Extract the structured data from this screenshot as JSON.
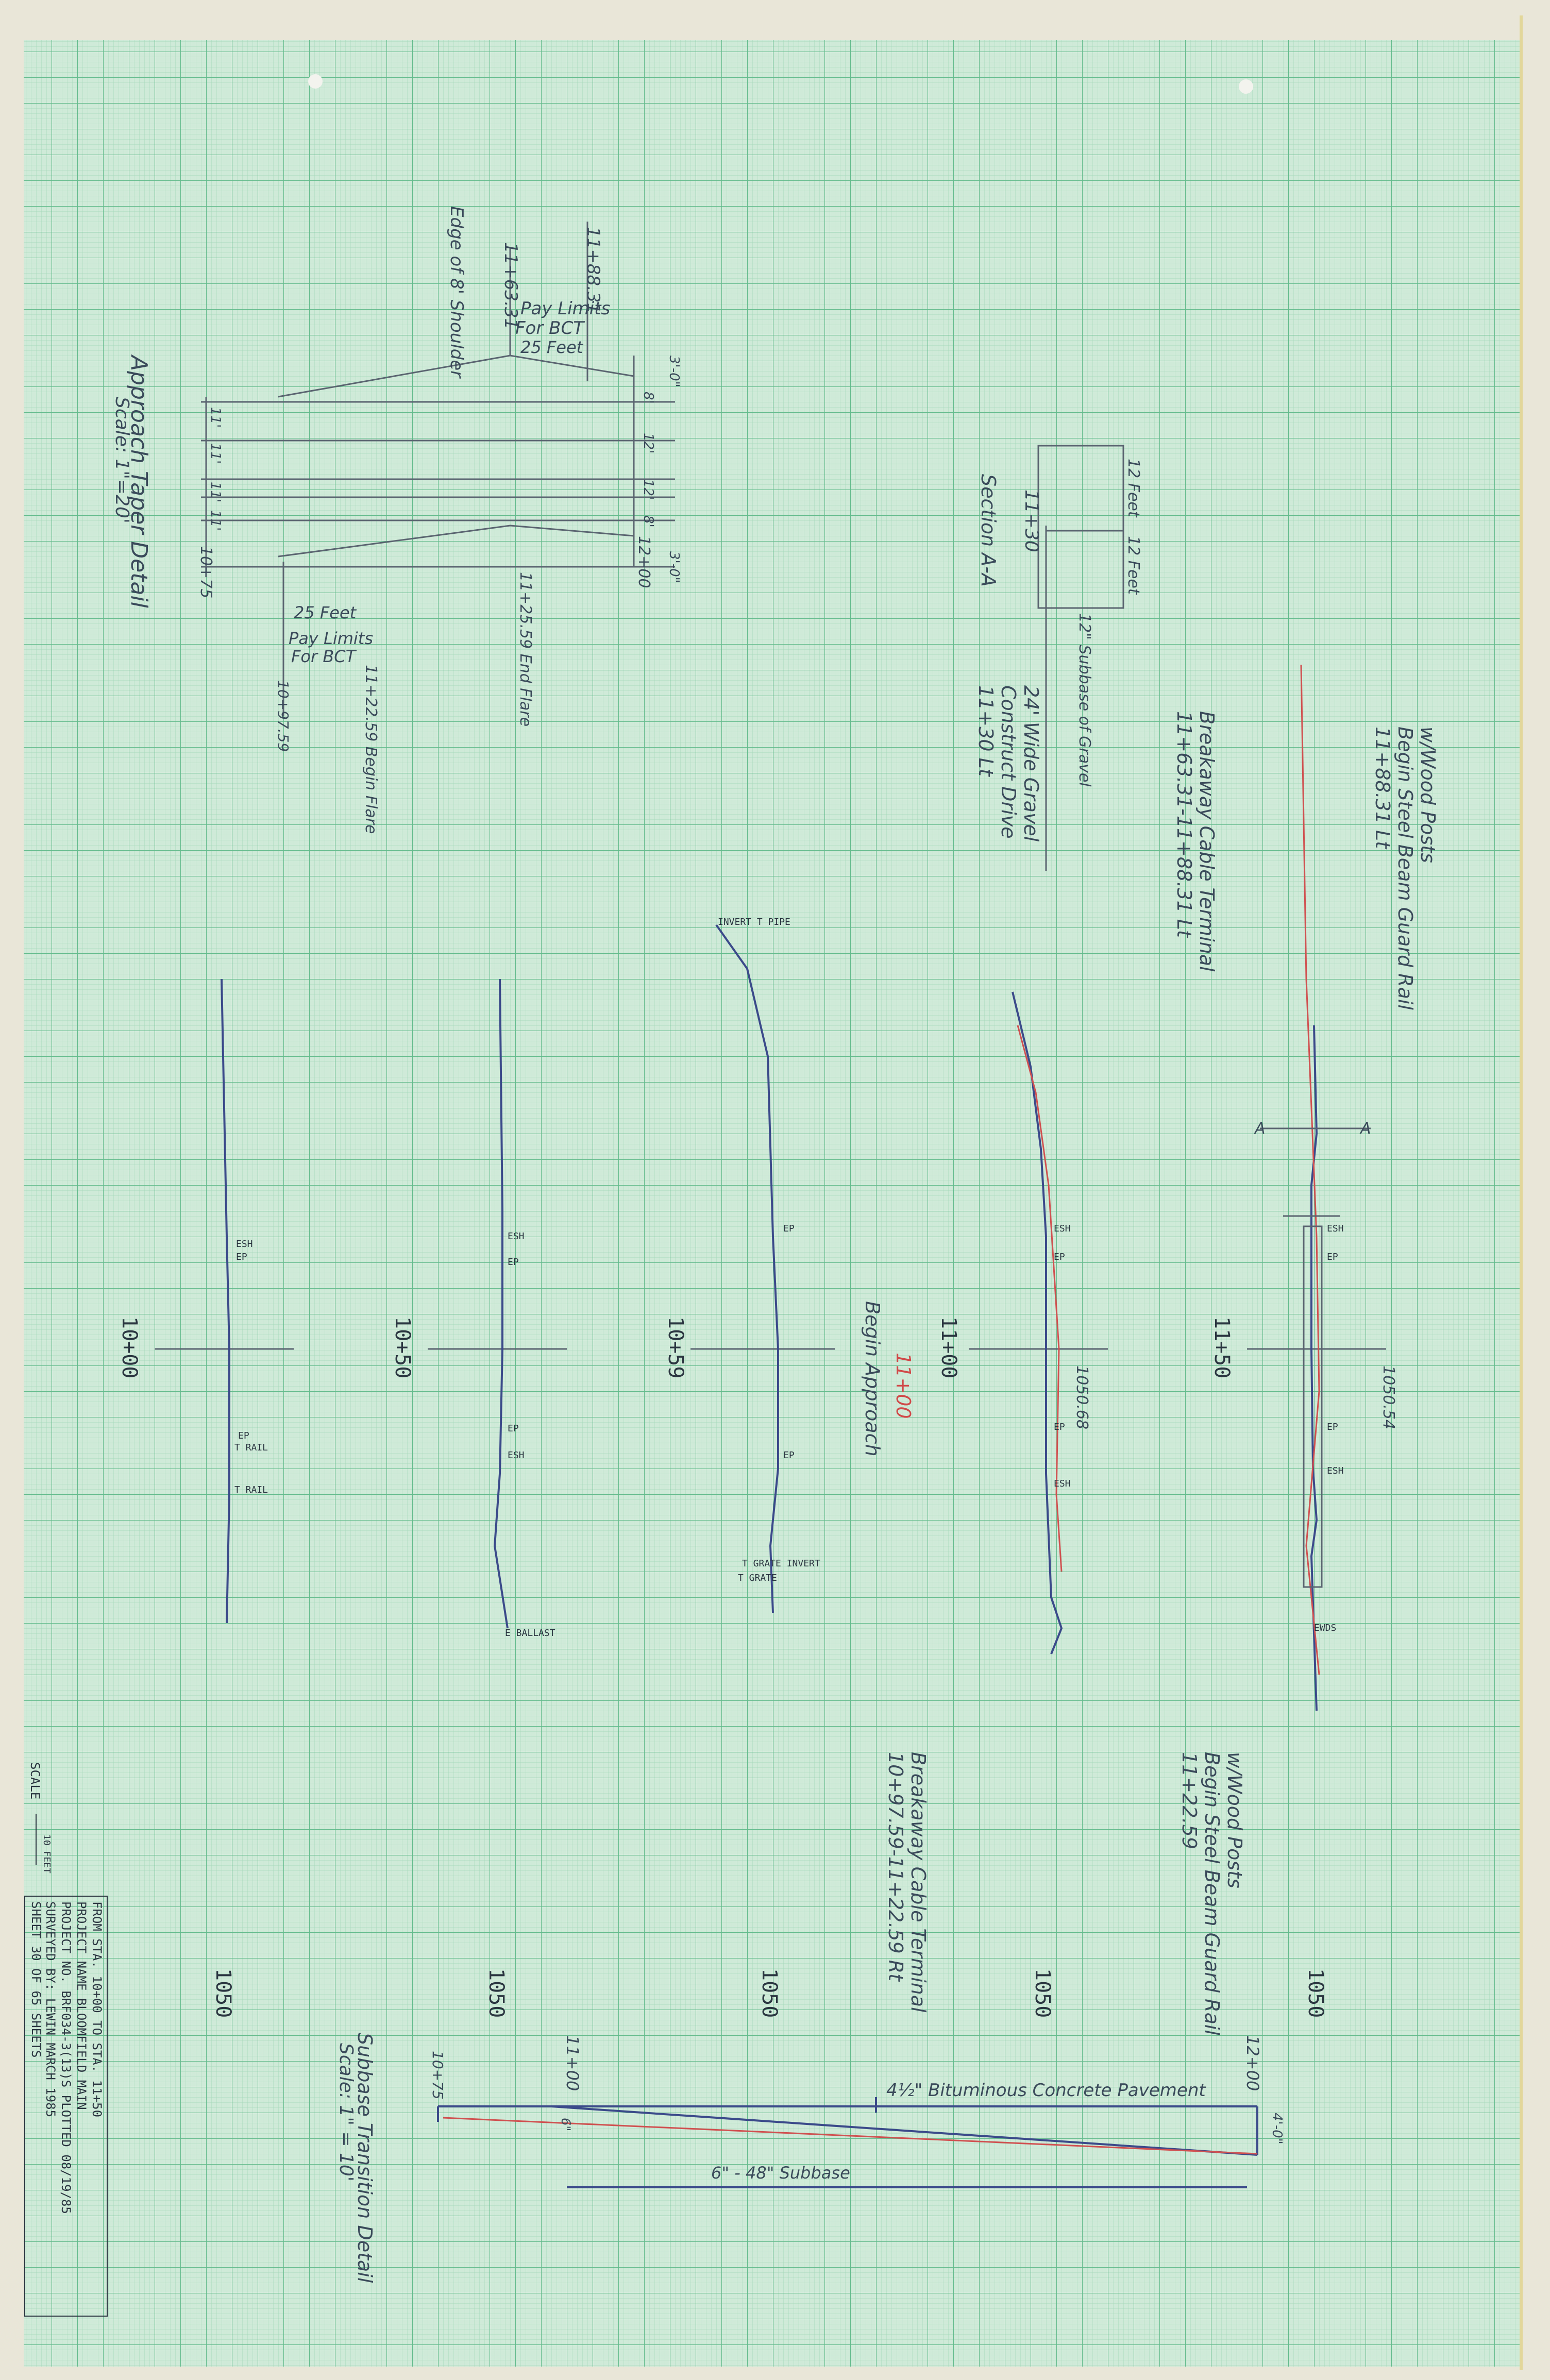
{
  "sheet": {
    "colors": {
      "paper": "#cfead8",
      "grid_minor": "#9fd6b4",
      "grid_major": "#54b482",
      "border": "#e9e6d8"
    }
  },
  "approach_taper": {
    "title": "Approach Taper Detail",
    "scale": "Scale: 1\"=20'",
    "edge_label": "Edge of 8' Shoulder",
    "sta_start": "11+63.31",
    "sta_end": "11+88.31",
    "pay_limits_top": "Pay Limits\nFor BCT",
    "length_top": "25 Feet",
    "end_flare": "11+25.59\nEnd Flare",
    "begin_flare": "11+22.59\nBegin Flare",
    "length_bottom": "25 Feet",
    "pay_limits_bottom": "Pay Limits\nFor BCT",
    "sta_bottom": "10+97.59",
    "dims": [
      "3'-0\"",
      "8'",
      "12'",
      "12'",
      "8'",
      "3'-0\"",
      "11'",
      "11'",
      "11'",
      "11'"
    ],
    "sta_1": "12+00",
    "sta_2": "10+75"
  },
  "section_aa": {
    "title": "Section A-A",
    "sta": "11+30",
    "widths": [
      "12 Feet",
      "12 Feet"
    ],
    "subbase": "12\" Subbase of Gravel"
  },
  "notes": {
    "drive": "11+30 Lt\nConstruct Drive\n24' Wide Gravel",
    "bct_left": "11+63.31-11+88.31 Lt\nBreakaway Cable Terminal",
    "guard_left": "11+88.31 Lt\nBegin Steel Beam Guard Rail\nw/Wood Posts",
    "bct_right": "10+97.59-11+22.59 Rt\nBreakaway Cable Terminal",
    "guard_right": "11+22.59\nBegin Steel Beam Guard Rail\nw/Wood Posts",
    "begin_approach": "Begin Approach",
    "approach_sta": "11+00"
  },
  "cross_sections": [
    {
      "station": "10+00",
      "labels": [
        "ESH",
        "EP",
        "EP",
        "T RAIL",
        "T RAIL"
      ]
    },
    {
      "station": "10+50",
      "labels": [
        "ESH",
        "EP",
        "EP",
        "ESH",
        "E BALLAST"
      ]
    },
    {
      "station": "10+59",
      "labels": [
        "INVERT T PIPE",
        "EP",
        "EP",
        "T GRATE INVERT",
        "T GRATE"
      ]
    },
    {
      "station": "11+00",
      "elev": "1050.68",
      "labels": [
        "ESH",
        "EP",
        "EP",
        "ESH"
      ]
    },
    {
      "station": "11+50",
      "elev": "1050.54",
      "labels": [
        "ESH",
        "EP",
        "EP",
        "ESH",
        "EWDS"
      ]
    }
  ],
  "elevation_labels": [
    "1050",
    "1050",
    "1050",
    "1050",
    "1050"
  ],
  "section_markers": [
    "A",
    "A"
  ],
  "subbase_detail": {
    "title": "Subbase Transition Detail",
    "scale": "Scale: 1\" = 10'",
    "sta_left": "11+00",
    "sta_right": "12+00",
    "sta_far": "10+75",
    "pavement": "4½\" Bituminous Concrete Pavement",
    "subbase": "6\" - 48\" Subbase",
    "dims": [
      "6\"",
      "4'-0\""
    ]
  },
  "title_block": {
    "scale_label": "SCALE",
    "scale_value": "10 FEET",
    "lines": [
      "FROM STA.  10+00      TO STA.  11+50",
      "PROJECT NAME  BLOOMFIELD  MAIN",
      "PROJECT NO.  BRF034-3(13)S  PLOTTED 08/19/85",
      "SURVEYED BY:  LEWIN       MARCH 1985",
      "SHEET  30  OF  65  SHEETS"
    ]
  }
}
